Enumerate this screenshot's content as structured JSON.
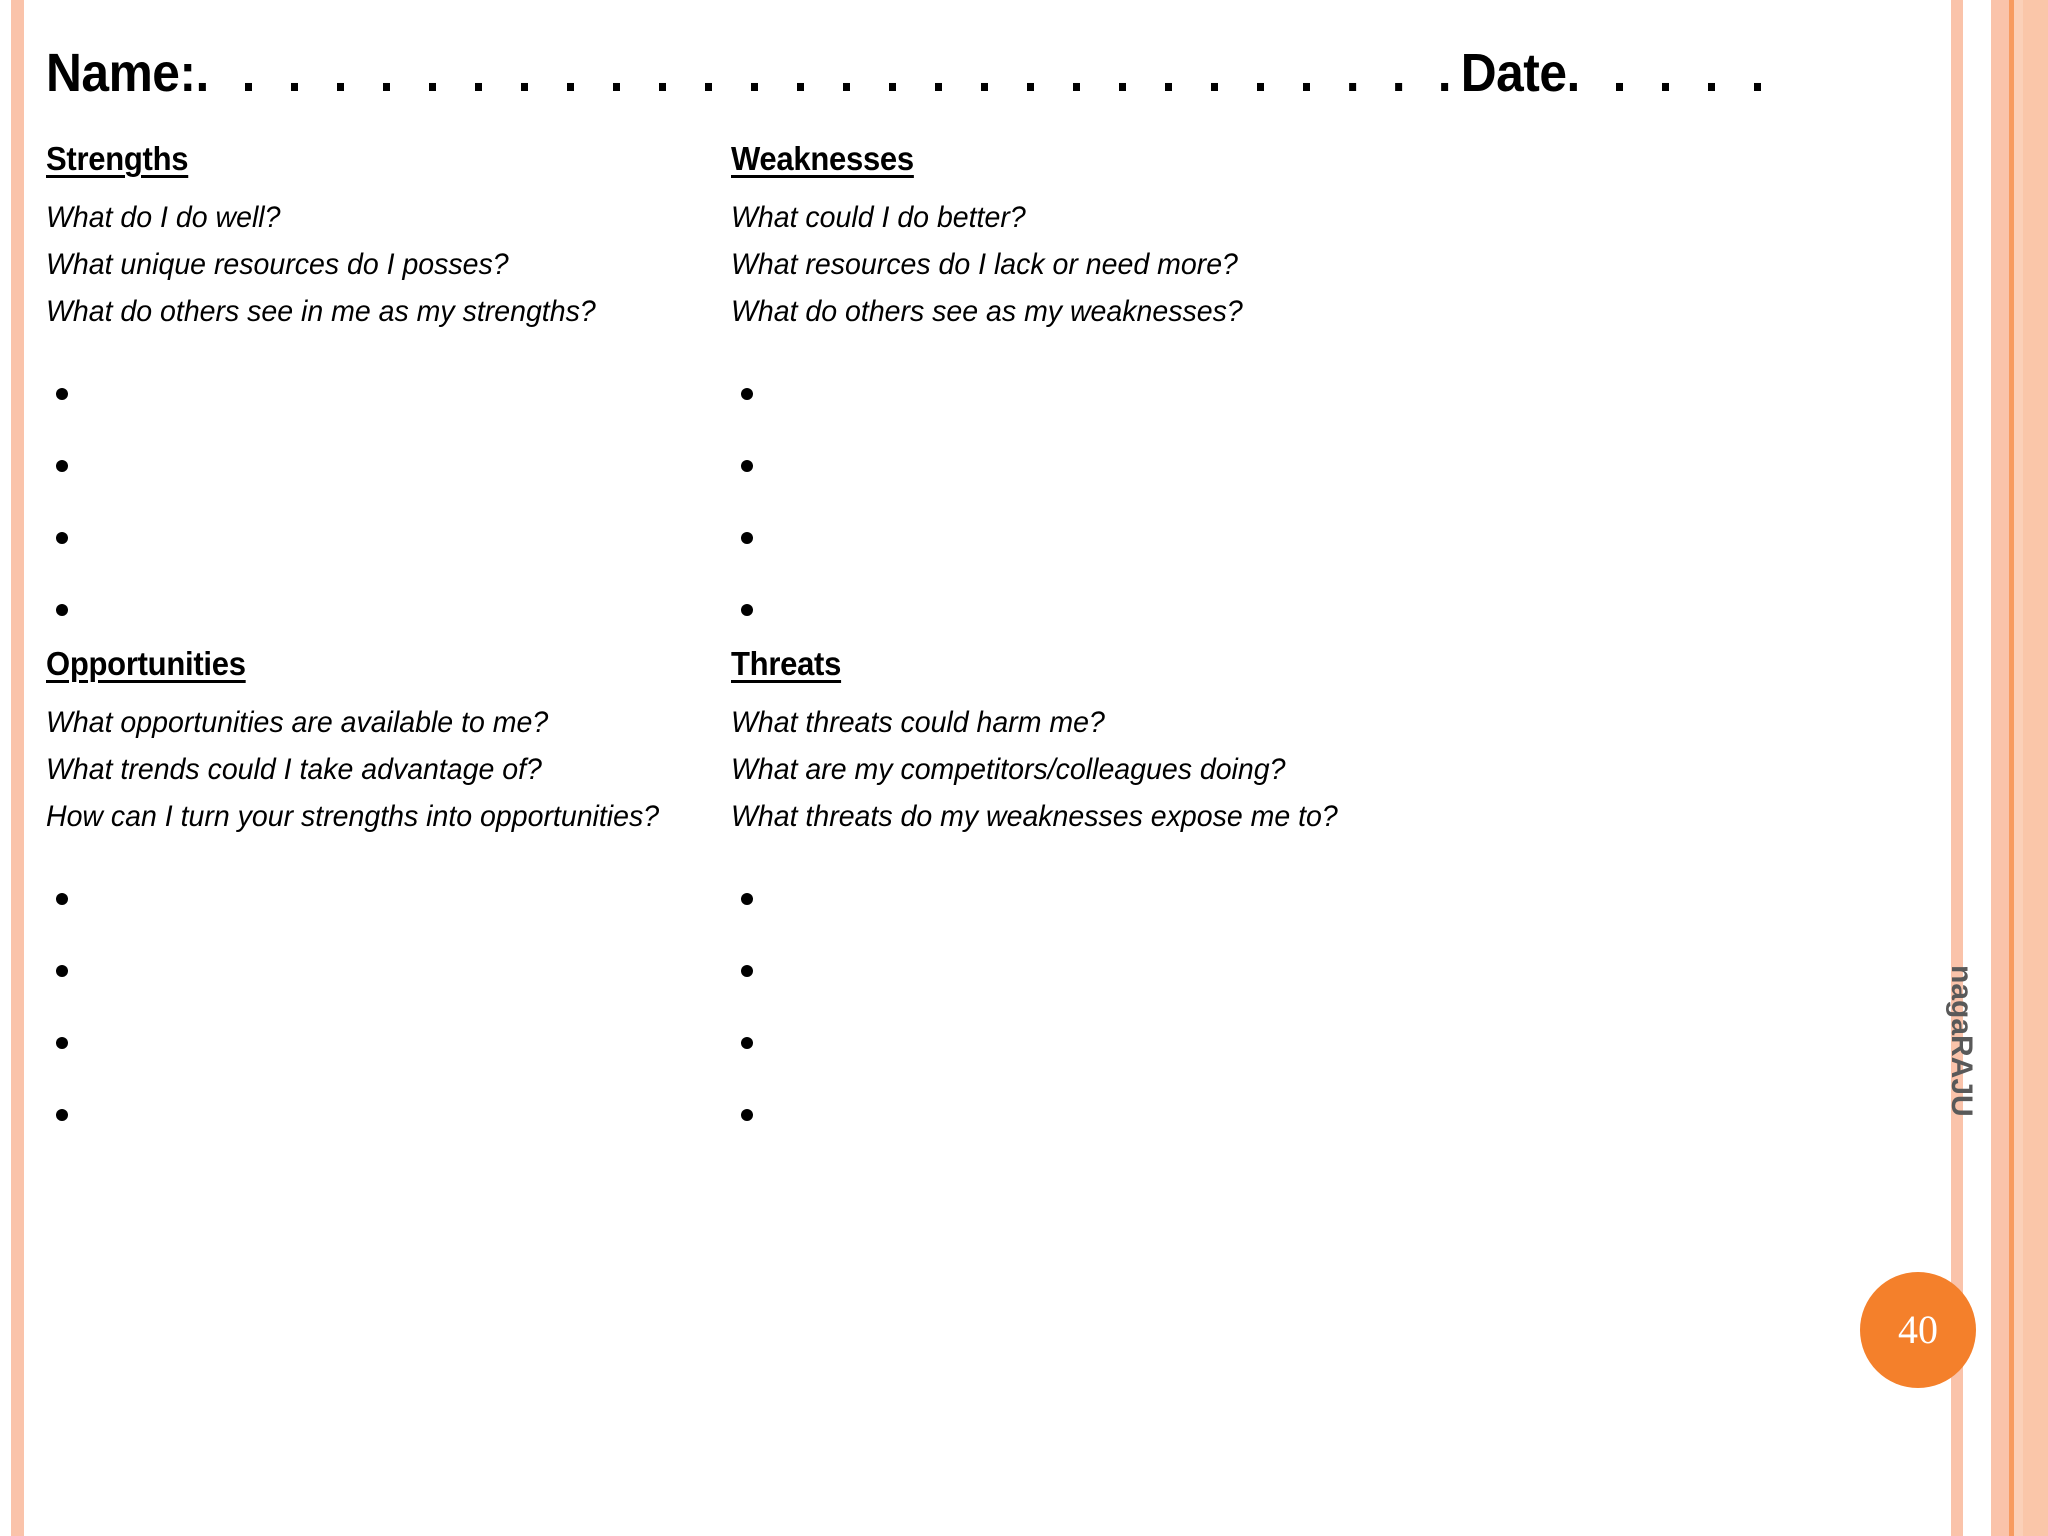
{
  "header": {
    "name_label": "Name:",
    "dots_after_name": ". . . . . . . . . . . . . . . . . . . . . . . . . . . .",
    "date_label": "Date",
    "dots_after_date": ". . . . . . . . . . . . .  . . . ."
  },
  "quadrants": [
    {
      "key": "strengths",
      "title": "Strengths",
      "questions": [
        "What do I do well?",
        "What unique resources do I posses?",
        "What do others see in me as my strengths?"
      ],
      "bullet_count": 4,
      "bullets": [
        "",
        "",
        "",
        ""
      ]
    },
    {
      "key": "weaknesses",
      "title": "Weaknesses",
      "questions": [
        "What could I do better?",
        "What resources do I lack or need more?",
        "What do others see as my weaknesses?"
      ],
      "bullet_count": 4,
      "bullets": [
        "",
        "",
        "",
        ""
      ]
    },
    {
      "key": "opportunities",
      "title": "Opportunities",
      "questions": [
        "What opportunities are available to me?",
        "What trends could I take advantage of?",
        "How can I turn your strengths into opportunities?"
      ],
      "bullet_count": 4,
      "bullets": [
        "",
        "",
        "",
        ""
      ]
    },
    {
      "key": "threats",
      "title": "Threats",
      "questions": [
        "What threats could harm me?",
        "What are my competitors/colleagues doing?",
        "What threats do my weaknesses expose me to?"
      ],
      "bullet_count": 4,
      "bullets": [
        "",
        "",
        "",
        ""
      ]
    }
  ],
  "watermark": {
    "text": "nagaRAJU",
    "color": "#595959"
  },
  "page_badge": {
    "number": "40",
    "background": "#f4802b",
    "text_color": "#ffffff"
  },
  "decoration": {
    "stripe_peach": "#fac3aa",
    "stripe_orange": "#f79b60",
    "stripe_light": "#fbd0b8"
  }
}
